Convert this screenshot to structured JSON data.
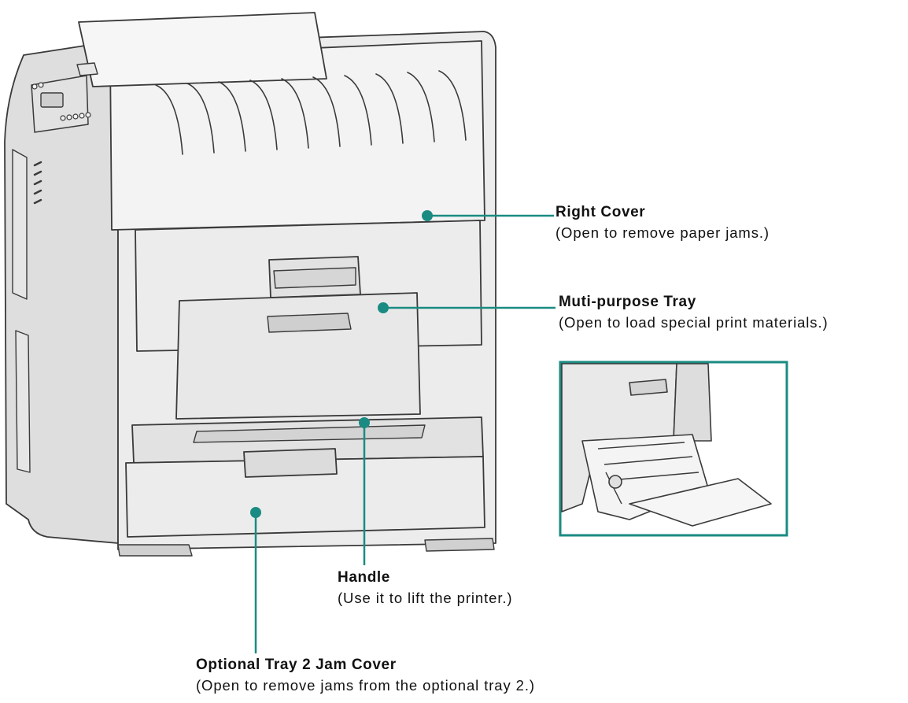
{
  "colors": {
    "accent": "#1a8b82",
    "outline": "#3a3a3a",
    "body": "#ececec",
    "body_shade": "#d9d9d9",
    "background": "#ffffff"
  },
  "callouts": {
    "right_cover": {
      "title": "Right Cover",
      "description": "(Open to remove paper jams.)"
    },
    "multi_purpose_tray": {
      "title": "Muti-purpose Tray",
      "description": "(Open to load special print materials.)"
    },
    "handle": {
      "title": "Handle",
      "description": "(Use it to lift the printer.)"
    },
    "optional_tray2_jam_cover": {
      "title": "Optional Tray 2 Jam Cover",
      "description": "(Open to remove jams from the optional tray 2.)"
    }
  }
}
